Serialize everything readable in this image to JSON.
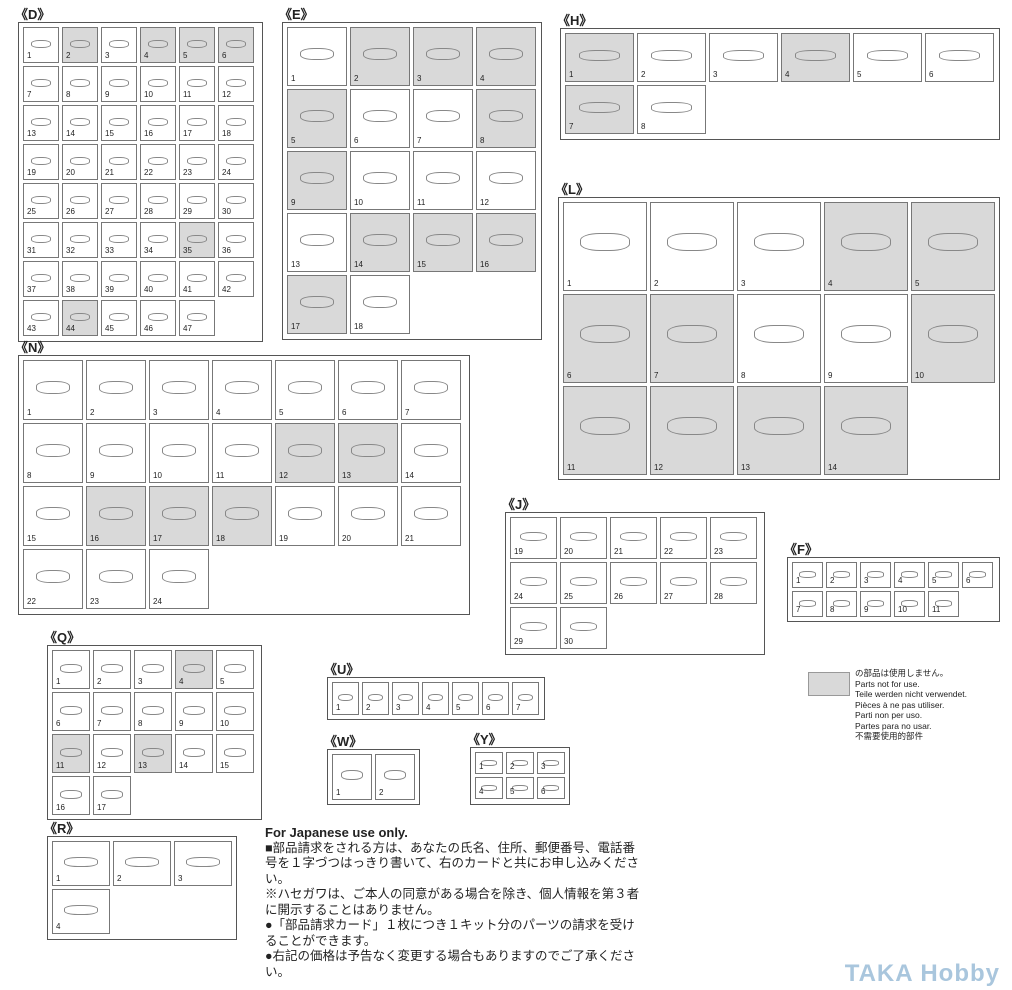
{
  "sprues": [
    {
      "id": "D",
      "label": "《D》",
      "parts": [
        "1",
        "2",
        "3",
        "4",
        "5",
        "6",
        "7",
        "8",
        "9",
        "10",
        "11",
        "12",
        "13",
        "14",
        "15",
        "16",
        "17",
        "18",
        "19",
        "20",
        "21",
        "22",
        "23",
        "24",
        "25",
        "26",
        "27",
        "28",
        "29",
        "30",
        "31",
        "32",
        "33",
        "34",
        "35",
        "36",
        "37",
        "38",
        "39",
        "40",
        "41",
        "42",
        "43",
        "44",
        "45",
        "46",
        "47"
      ],
      "unused": [
        "2",
        "4",
        "5",
        "6",
        "35",
        "44"
      ]
    },
    {
      "id": "E",
      "label": "《E》",
      "parts": [
        "1",
        "2",
        "3",
        "4",
        "5",
        "6",
        "7",
        "8",
        "9",
        "10",
        "11",
        "12",
        "13",
        "14",
        "15",
        "16",
        "17",
        "18"
      ],
      "unused": [
        "2",
        "3",
        "4",
        "5",
        "8",
        "9",
        "14",
        "15",
        "16",
        "17"
      ]
    },
    {
      "id": "H",
      "label": "《H》",
      "parts": [
        "1",
        "2",
        "3",
        "4",
        "5",
        "6",
        "7",
        "8"
      ],
      "unused": [
        "1",
        "4",
        "7"
      ]
    },
    {
      "id": "L",
      "label": "《L》",
      "parts": [
        "1",
        "2",
        "3",
        "4",
        "5",
        "6",
        "7",
        "8",
        "9",
        "10",
        "11",
        "12",
        "13",
        "14"
      ],
      "unused": [
        "4",
        "5",
        "6",
        "7",
        "10",
        "11",
        "12",
        "13",
        "14"
      ]
    },
    {
      "id": "N",
      "label": "《N》",
      "parts": [
        "1",
        "2",
        "3",
        "4",
        "5",
        "6",
        "7",
        "8",
        "9",
        "10",
        "11",
        "12",
        "13",
        "14",
        "15",
        "16",
        "17",
        "18",
        "19",
        "20",
        "21",
        "22",
        "23",
        "24"
      ],
      "unused": [
        "12",
        "13",
        "16",
        "17",
        "18"
      ]
    },
    {
      "id": "J",
      "label": "《J》",
      "parts": [
        "19",
        "20",
        "21",
        "22",
        "23",
        "24",
        "25",
        "26",
        "27",
        "28",
        "29",
        "30"
      ],
      "unused": []
    },
    {
      "id": "F",
      "label": "《F》",
      "parts": [
        "1",
        "2",
        "3",
        "4",
        "5",
        "6",
        "7",
        "8",
        "9",
        "10",
        "11"
      ],
      "unused": []
    },
    {
      "id": "Q",
      "label": "《Q》",
      "parts": [
        "1",
        "2",
        "3",
        "4",
        "5",
        "6",
        "7",
        "8",
        "9",
        "10",
        "11",
        "12",
        "13",
        "14",
        "15",
        "16",
        "17"
      ],
      "unused": [
        "4",
        "11",
        "13"
      ]
    },
    {
      "id": "U",
      "label": "《U》",
      "parts": [
        "1",
        "2",
        "3",
        "4",
        "5",
        "6",
        "7"
      ],
      "unused": []
    },
    {
      "id": "W",
      "label": "《W》",
      "parts": [
        "1",
        "2"
      ],
      "unused": []
    },
    {
      "id": "Y",
      "label": "《Y》",
      "parts": [
        "1",
        "2",
        "3",
        "4",
        "5",
        "6"
      ],
      "unused": []
    },
    {
      "id": "R",
      "label": "《R》",
      "parts": [
        "1",
        "2",
        "3",
        "4"
      ],
      "unused": []
    }
  ],
  "legend": {
    "lines": [
      "の部品は使用しません。",
      "Parts not for use.",
      "Teile werden nicht verwendet.",
      "Pièces à ne pas utiliser.",
      "Parti non per uso.",
      "Partes para no usar.",
      "不需要使用的部件"
    ]
  },
  "japanese_note": {
    "heading": "For Japanese use only.",
    "p1": "■部品請求をされる方は、あなたの氏名、住所、郵便番号、電話番号を１字づつはっきり書いて、右のカードと共にお申し込みください。",
    "p2": "※ハセガワは、ご本人の同意がある場合を除き、個人情報を第３者に開示することはありません。",
    "p3": "●「部品請求カード」１枚につき１キット分のパーツの請求を受けることができます。",
    "p4": "●右記の価格は予告なく変更する場合もありますのでご了承ください。"
  },
  "watermark": "TAKA Hobby"
}
